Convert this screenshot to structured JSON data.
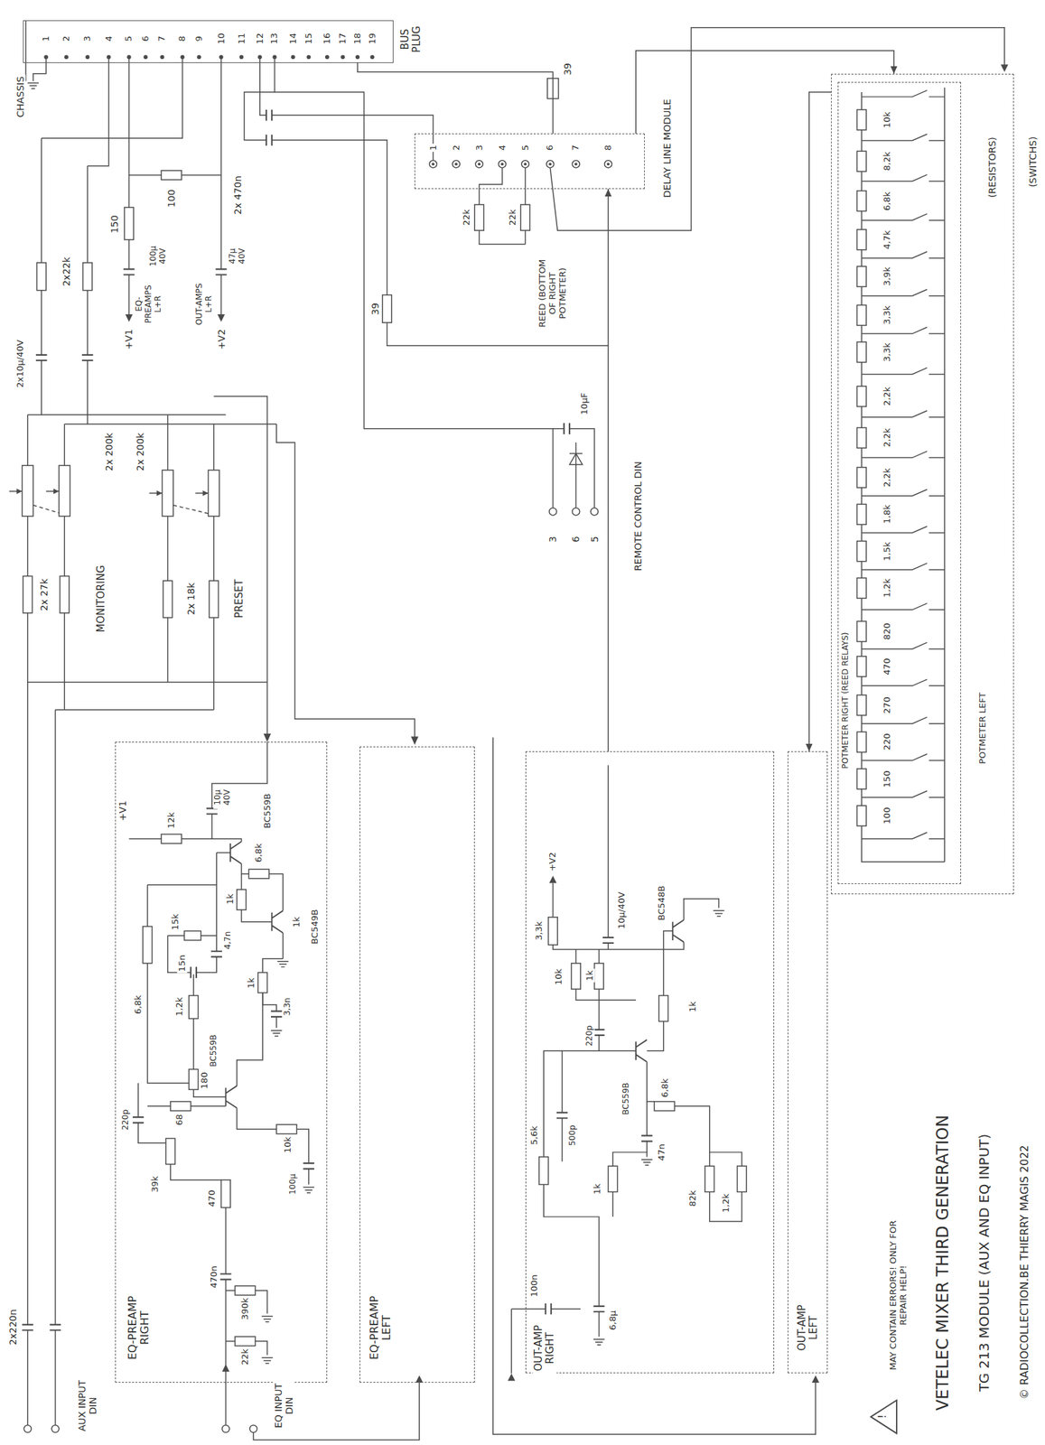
{
  "diagram": {
    "title": "VETELEC MIXER THIRD GENERATION",
    "caption": "TG 213 MODULE (AUX AND EQ INPUT)",
    "nodes": [
      {
        "text": [
          "BUS PLUG"
        ]
      },
      {
        "text": [
          "DELAY LINE MODULE"
        ]
      },
      {
        "text": [
          "(SWITCHS)"
        ]
      },
      {
        "text": [
          "(RESISTORS)"
        ],
        "in": 2
      },
      {
        "text": [
          "EQ-PREAMP RIGHT"
        ]
      },
      {
        "text": [
          "EQ-PREAMP LEFT"
        ]
      },
      {
        "text": [
          "OUT-AMP RIGHT"
        ]
      },
      {
        "text": [
          "OUT-AMP LEFT"
        ]
      }
    ],
    "edges": [
      {
        "from": 1,
        "to": 0,
        "arrow": "none"
      },
      {
        "from": 1,
        "to": 2,
        "arrow": "to"
      },
      {
        "from": 6,
        "to": 1,
        "arrow": "to"
      },
      {
        "from": 2,
        "to": 7,
        "arrow": "to"
      }
    ],
    "labels": [
      "CHASSIS",
      "1",
      "2",
      "3",
      "4",
      "5",
      "6",
      "7",
      "8",
      "9",
      "10",
      "11",
      "12",
      "13",
      "14",
      "15",
      "16",
      "17",
      "18",
      "19",
      "2x 470n",
      "39",
      "150",
      "100",
      "100µ 40V",
      "47µ 40V",
      "+V1",
      "EQ-PREAMPS L+R",
      "+V2",
      "OUT-AMPS L+R",
      "2x22k",
      "2x10µ/40V",
      "2x 200k",
      "2x 200k",
      "2x 27k",
      "MONITORING",
      "2x 18k",
      "PRESET",
      "2x220n",
      "AUX INPUT DIN",
      "EQ INPUT DIN",
      "1",
      "2",
      "3",
      "4",
      "5",
      "6",
      "7",
      "8",
      "22k",
      "22k",
      "39",
      "REED (BOTTOM OF RIGHT POTMETER)",
      "10µF",
      "3",
      "6",
      "5",
      "REMOTE CONTROL DIN",
      "+V1",
      "12k",
      "10µ 40V",
      "BC559B",
      "6,8k",
      "1k",
      "15k",
      "4,7n",
      "BC549B",
      "1k",
      "6,8k",
      "15n",
      "1,2k",
      "1k",
      "3,3n",
      "180",
      "BC559B",
      "68",
      "220p",
      "39k",
      "10k",
      "100µ",
      "470",
      "470n",
      "390k",
      "22k",
      "+V2",
      "3,3k",
      "10µ/40V",
      "BC548B",
      "10k",
      "1k",
      "220p",
      "BC559B",
      "1k",
      "500p",
      "6,8k",
      "47n",
      "5,6k",
      "1k",
      "82k",
      "1,2k",
      "100n",
      "6,8µ",
      "10k",
      "8,2k",
      "6,8k",
      "4,7k",
      "3,9k",
      "3,3k",
      "3,3k",
      "2,2k",
      "2,2k",
      "2,2k",
      "1,8k",
      "1,5k",
      "1,2k",
      "820",
      "470",
      "270",
      "220",
      "150",
      "100",
      "POTMETER RIGHT (REED RELAYS)",
      "POTMETER LEFT",
      "MAY CONTAIN ERRORS! ONLY FOR REPAIR HELP!",
      "!",
      "© RADIOCOLLECTION.BE THIERRY MAGIS 2022"
    ]
  }
}
